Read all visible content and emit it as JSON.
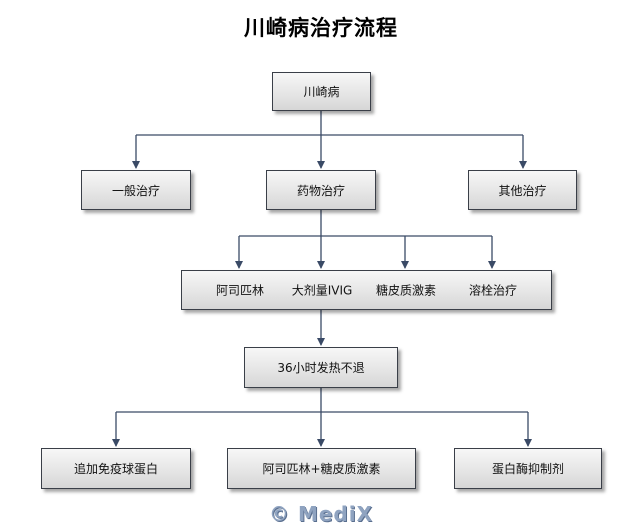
{
  "diagram": {
    "title": "川崎病治疗流程",
    "nodes": {
      "root": "川崎病",
      "general_treatment": "一般治疗",
      "drug_treatment": "药物治疗",
      "other_treatment": "其他治疗",
      "drugs": [
        "阿司匹林",
        "大剂量IVIG",
        "糖皮质激素",
        "溶栓治疗"
      ],
      "fever_36h": "36小时发热不退",
      "outcomes": [
        "追加免疫球蛋白",
        "阿司匹林+糖皮质激素",
        "蛋白酶抑制剂"
      ]
    },
    "edges": [
      [
        "川崎病",
        "一般治疗"
      ],
      [
        "川崎病",
        "药物治疗"
      ],
      [
        "川崎病",
        "其他治疗"
      ],
      [
        "药物治疗",
        "阿司匹林"
      ],
      [
        "药物治疗",
        "大剂量IVIG"
      ],
      [
        "药物治疗",
        "糖皮质激素"
      ],
      [
        "药物治疗",
        "溶栓治疗"
      ],
      [
        "阿司匹林 / 大剂量IVIG / 糖皮质激素 / 溶栓治疗",
        "36小时发热不退"
      ],
      [
        "36小时发热不退",
        "追加免疫球蛋白"
      ],
      [
        "36小时发热不退",
        "阿司匹林+糖皮质激素"
      ],
      [
        "36小时发热不退",
        "蛋白酶抑制剂"
      ]
    ],
    "colors": {
      "line": "#3a4a66",
      "box_border": "#3a3f48",
      "box_fill": "#e4e4e4"
    }
  },
  "watermark": "© MediX"
}
